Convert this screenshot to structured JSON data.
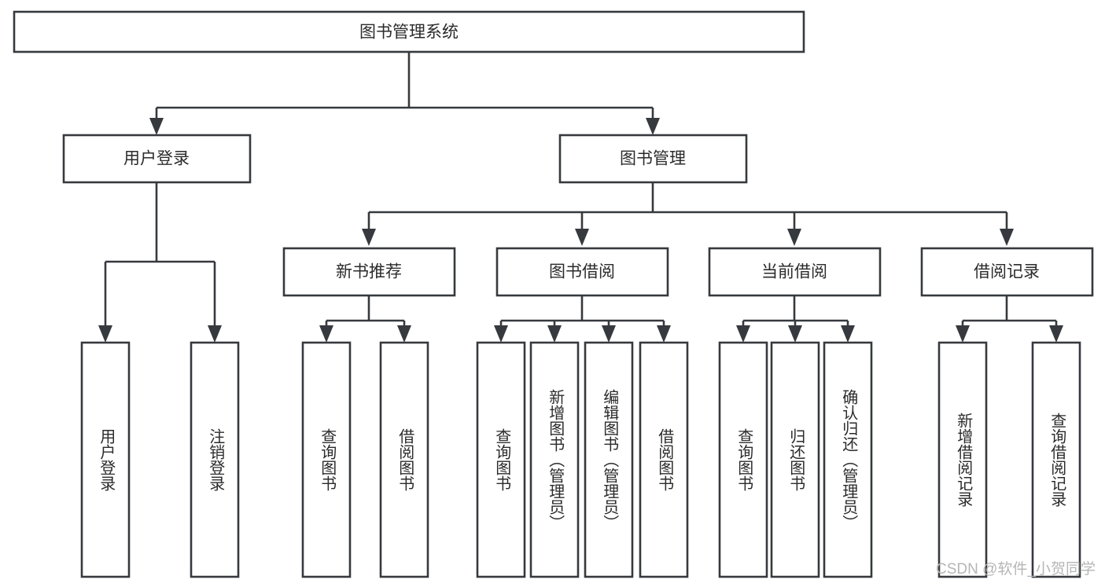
{
  "diagram": {
    "type": "tree-hierarchy",
    "title": "图书管理系统",
    "watermark": "CSDN @软件_小贺同学",
    "colors": {
      "stroke": "#36393d",
      "box_fill": "#ffffff",
      "text": "#2b2b2b",
      "background": "#ffffff",
      "watermark": "#b6b6b6"
    },
    "levels": {
      "level0_label": "图书管理系统",
      "level1": [
        {
          "id": "user-login",
          "label": "用户登录"
        },
        {
          "id": "book-manage",
          "label": "图书管理"
        }
      ],
      "level2": [
        {
          "id": "new-book-recommend",
          "label": "新书推荐",
          "parent": "book-manage"
        },
        {
          "id": "book-borrow",
          "label": "图书借阅",
          "parent": "book-manage"
        },
        {
          "id": "current-borrow",
          "label": "当前借阅",
          "parent": "book-manage"
        },
        {
          "id": "borrow-record",
          "label": "借阅记录",
          "parent": "book-manage"
        }
      ],
      "level3": [
        {
          "id": "leaf-user-login",
          "label": "用户登录",
          "parent": "user-login"
        },
        {
          "id": "leaf-user-logout",
          "label": "注销登录",
          "parent": "user-login"
        },
        {
          "id": "leaf-query-book-1",
          "label": "查询图书",
          "parent": "new-book-recommend"
        },
        {
          "id": "leaf-borrow-book-1",
          "label": "借阅图书",
          "parent": "new-book-recommend"
        },
        {
          "id": "leaf-query-book-2",
          "label": "查询图书",
          "parent": "book-borrow"
        },
        {
          "id": "leaf-add-book",
          "label": "新增图书（管理员）",
          "parent": "book-borrow"
        },
        {
          "id": "leaf-edit-book",
          "label": "编辑图书（管理员）",
          "parent": "book-borrow"
        },
        {
          "id": "leaf-borrow-book-2",
          "label": "借阅图书",
          "parent": "book-borrow"
        },
        {
          "id": "leaf-query-book-3",
          "label": "查询图书",
          "parent": "current-borrow"
        },
        {
          "id": "leaf-return-book",
          "label": "归还图书",
          "parent": "current-borrow"
        },
        {
          "id": "leaf-confirm-return",
          "label": "确认归还（管理员）",
          "parent": "current-borrow"
        },
        {
          "id": "leaf-add-record",
          "label": "新增借阅记录",
          "parent": "borrow-record"
        },
        {
          "id": "leaf-query-record",
          "label": "查询借阅记录",
          "parent": "borrow-record"
        }
      ]
    }
  }
}
